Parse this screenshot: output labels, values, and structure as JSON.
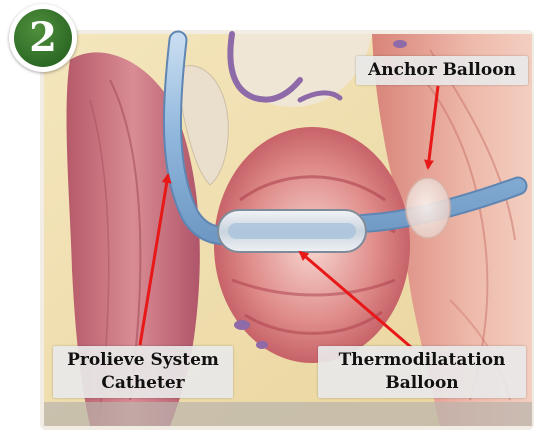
{
  "badge": {
    "number": "2"
  },
  "labels": {
    "anchor_balloon": "Anchor Balloon",
    "catheter": {
      "line1": "Prolieve System",
      "line2": "Catheter"
    },
    "thermo": {
      "line1": "Thermodilatation",
      "line2": "Balloon"
    }
  },
  "colors": {
    "arrow": "#e81818",
    "badge_green": "#2e6a26",
    "catheter": "#8fb6dc",
    "tissue_pink": "#e7a9a0",
    "fat_yellow": "#f0e2b4"
  },
  "icons": {
    "badge": "step-number-badge"
  }
}
